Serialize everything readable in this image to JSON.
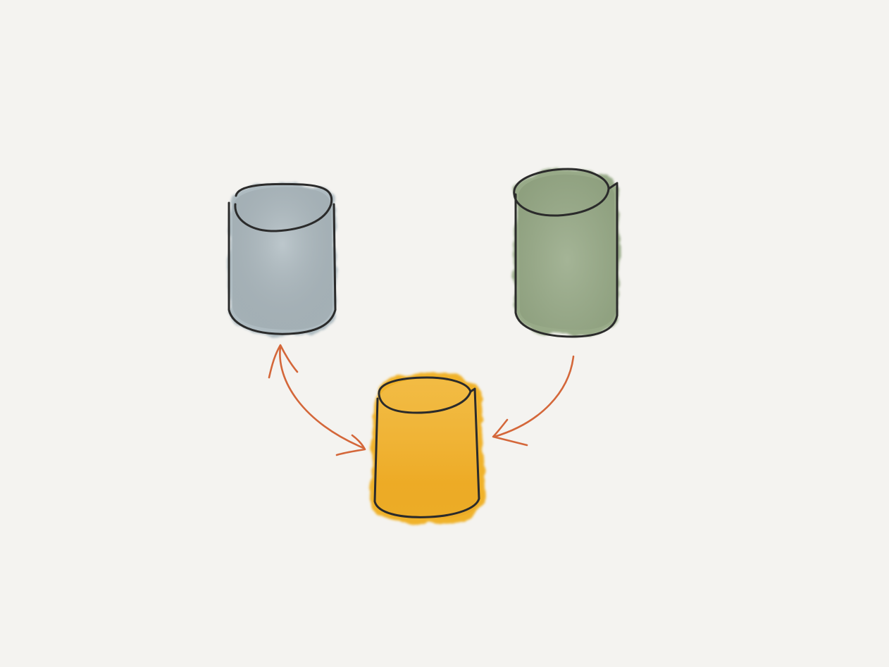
{
  "diagram": {
    "background": "#f4f3f0",
    "outline_color": "#2b2b2b",
    "arrow_color": "#d4673a",
    "nodes": [
      {
        "id": "gray-store",
        "shape": "cylinder",
        "fill": "#aebbc1"
      },
      {
        "id": "green-store",
        "shape": "cylinder",
        "fill": "#98aa88"
      },
      {
        "id": "yellow-store",
        "shape": "cylinder",
        "fill": "#f0b22a"
      }
    ],
    "edges": [
      {
        "from": "gray-store",
        "to": "yellow-store",
        "direction": "both"
      },
      {
        "from": "green-store",
        "to": "yellow-store",
        "direction": "forward"
      }
    ]
  }
}
